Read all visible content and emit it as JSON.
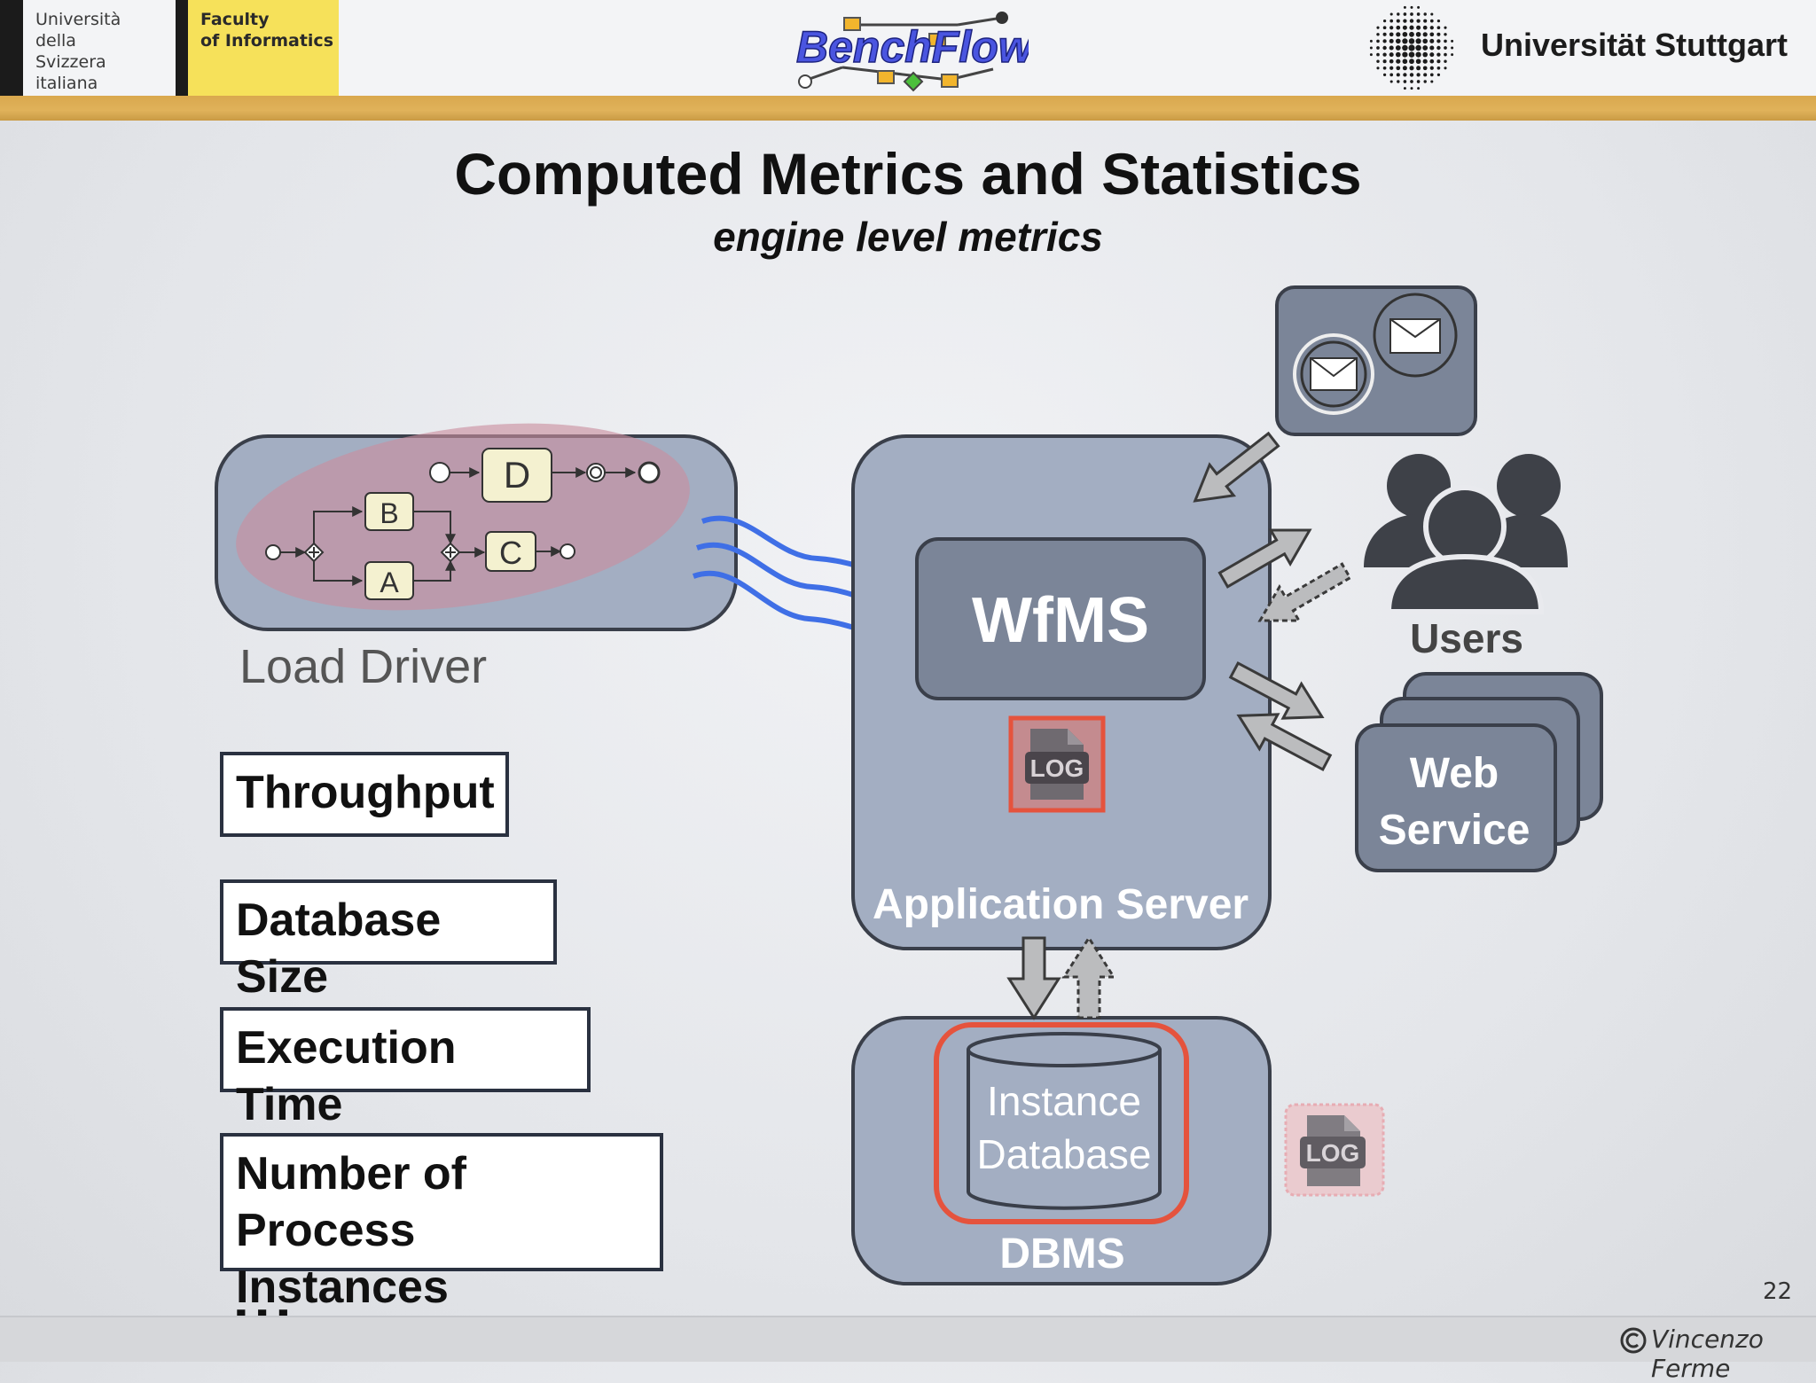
{
  "header": {
    "usi_text": "Università\ndella\nSvizzera\nitaliana",
    "faculty_text": "Faculty\nof Informatics",
    "logo_text": "BenchFlow",
    "stuttgart_text": "Universität Stuttgart"
  },
  "slide": {
    "title": "Computed Metrics and Statistics",
    "subtitle": "engine level metrics",
    "page_number": "22",
    "author": "Vincenzo Ferme"
  },
  "metrics": [
    "Throughput",
    "Database Size",
    "Execution Time",
    "Number of Process\nInstances"
  ],
  "ellipsis": "...",
  "diagram": {
    "load_driver_label": "Load Driver",
    "tasks": {
      "a": "A",
      "b": "B",
      "c": "C",
      "d": "D"
    },
    "wfms_label": "WfMS",
    "app_server_label": "Application Server",
    "log_label": "LOG",
    "dbms_label": "DBMS",
    "instance_db_line1": "Instance",
    "instance_db_line2": "Database",
    "users_label": "Users",
    "web_service_line1": "Web",
    "web_service_line2": "Service"
  },
  "colors": {
    "accent_stripe": "#d9a84e",
    "faculty_yellow": "#f6e15a",
    "node_fill": "#a3aec2",
    "node_dark": "#7b8598",
    "highlight_red": "#e5533d",
    "flow_blue": "#3f6fe6"
  }
}
